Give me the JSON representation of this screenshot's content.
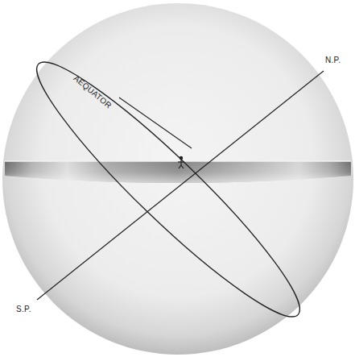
{
  "diagram": {
    "labels": [
      "AEQUATOR",
      "N.P.",
      "S.P."
    ]
  }
}
